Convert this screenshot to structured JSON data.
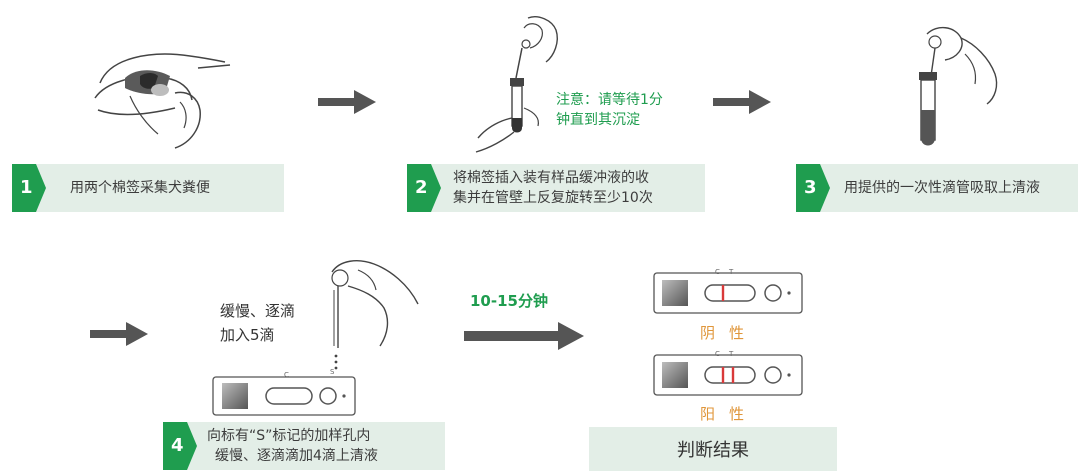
{
  "steps": [
    {
      "num": "1",
      "text": "用两个棉签采集犬粪便"
    },
    {
      "num": "2",
      "line1": "将棉签插入装有样品缓冲液的收",
      "line2": "集并在管壁上反复旋转至少10次"
    },
    {
      "num": "3",
      "text": "用提供的一次性滴管吸取上清液"
    },
    {
      "num": "4",
      "line1": "向标有“S”标记的加样孔内",
      "line2": "缓慢、逐滴滴加4滴上清液"
    }
  ],
  "note": {
    "line1": "注意：请等待1分",
    "line2": "钟直到其沉淀"
  },
  "drip": {
    "line1": "缓慢、逐滴",
    "line2": "加入5滴"
  },
  "wait_time": "10-15分钟",
  "results": {
    "negative": "阴性",
    "positive": "阳性"
  },
  "judge_label": "判断结果",
  "cassette": {
    "c_mark": "C",
    "t_mark": "T",
    "s_mark": "S"
  },
  "colors": {
    "green": "#1f9d4f",
    "label_bg": "#e3eee7",
    "arrow": "#555555",
    "line_red": "#d93a3a",
    "result_orange": "#e0963a"
  }
}
